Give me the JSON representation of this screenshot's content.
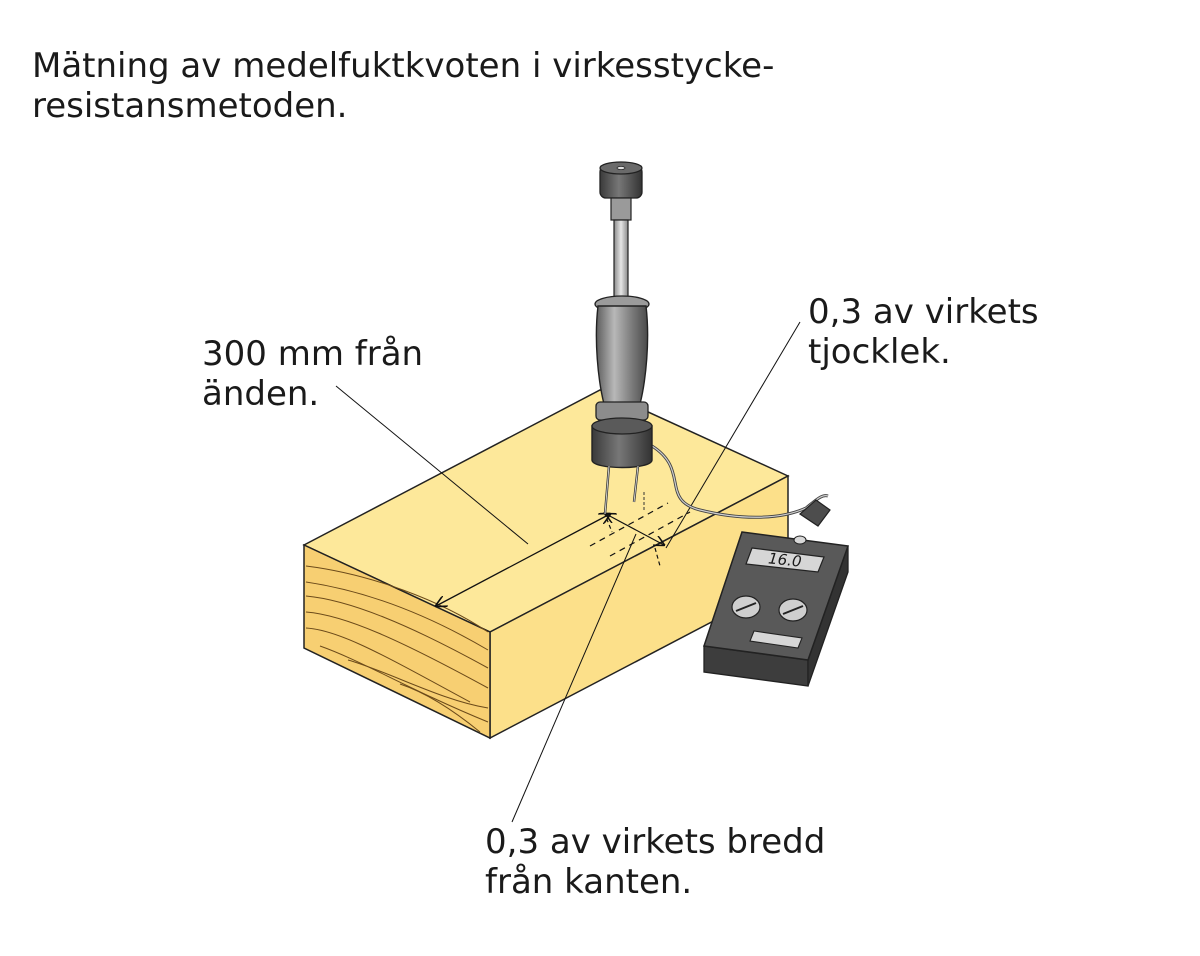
{
  "title": {
    "line1": "Mätning av medelfuktkvoten i virkesstycke-",
    "line2": "resistansmetoden."
  },
  "labels": {
    "distance": {
      "line1": "300 mm från",
      "line2": "änden."
    },
    "thickness": {
      "line1": "0,3 av virkets",
      "line2": "tjocklek."
    },
    "width": {
      "line1": "0,3 av virkets bredd",
      "line2": "från kanten."
    }
  },
  "meter": {
    "reading": "16.0"
  },
  "colors": {
    "wood_top": "#fde89a",
    "wood_side": "#fce08a",
    "wood_end": "#f7cf72",
    "meter_body": "#555555",
    "probe_handle": "#8c8c8c"
  }
}
